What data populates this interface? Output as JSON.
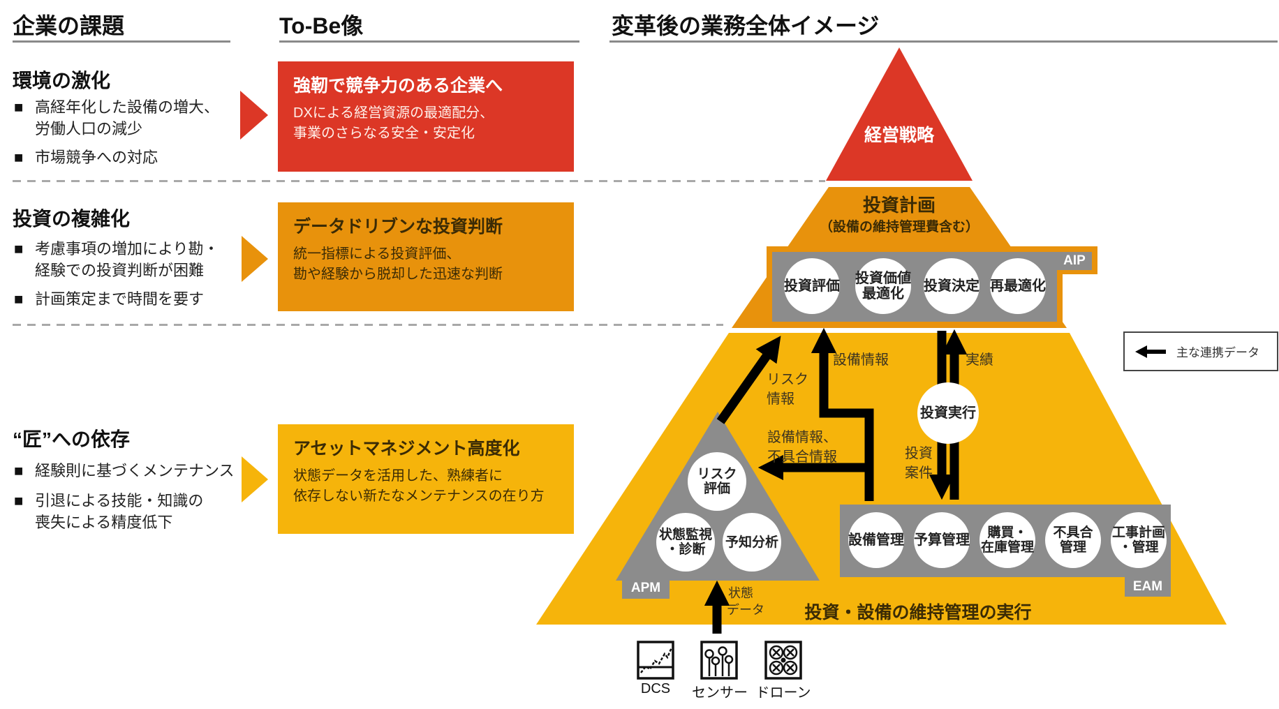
{
  "colors": {
    "red": "#dc3726",
    "orange": "#e8920c",
    "yellow": "#f6b40b",
    "gray": "#8c8c8c"
  },
  "headers": {
    "challenges": "企業の課題",
    "tobe": "To-Be像",
    "diagram": "変革後の業務全体イメージ"
  },
  "challenges": {
    "sections": [
      {
        "heading": "環境の激化",
        "bullets": [
          [
            "高経年化した設備の増大、",
            "労働人口の減少"
          ],
          [
            "市場競争への対応"
          ]
        ]
      },
      {
        "heading": "投資の複雑化",
        "bullets": [
          [
            "考慮事項の増加により勘・",
            "経験での投資判断が困難"
          ],
          [
            "計画策定まで時間を要す"
          ]
        ]
      },
      {
        "heading": "“匠”への依存",
        "bullets": [
          [
            "経験則に基づくメンテナンス"
          ],
          [
            "引退による技能・知識の",
            "喪失による精度低下"
          ]
        ]
      }
    ]
  },
  "tobe": {
    "boxes": [
      {
        "title": "強靭で競争力のある企業へ",
        "body": [
          "DXによる経営資源の最適配分、",
          "事業のさらなる安全・安定化"
        ]
      },
      {
        "title": "データドリブンな投資判断",
        "body": [
          "統一指標による投資評価、",
          "勘や経験から脱却した迅速な判断"
        ]
      },
      {
        "title": "アセットマネジメント高度化",
        "body": [
          "状態データを活用した、熟練者に",
          "依存しない新たなメンテナンスの在り方"
        ]
      }
    ]
  },
  "diagram": {
    "strategy": "経営戦略",
    "plan": {
      "title": "投資計画",
      "subtitle": "（設備の維持管理費含む）"
    },
    "execution_caption": "投資・設備の維持管理の実行",
    "aip": {
      "label": "AIP",
      "circles": [
        [
          "投資評価"
        ],
        [
          "投資価値",
          "最適化"
        ],
        [
          "投資決定"
        ],
        [
          "再最適化"
        ]
      ]
    },
    "apm": {
      "label": "APM",
      "circles": [
        [
          "リスク",
          "評価"
        ],
        [
          "状態監視",
          "・診断"
        ],
        [
          "予知分析"
        ]
      ]
    },
    "eam": {
      "label": "EAM",
      "circles": [
        [
          "設備管理"
        ],
        [
          "予算管理"
        ],
        [
          "購買・",
          "在庫管理"
        ],
        [
          "不具合",
          "管理"
        ],
        [
          "工事計画",
          "・管理"
        ]
      ]
    },
    "flows": {
      "risk_info": [
        "リスク",
        "情報"
      ],
      "equipment_info": "設備情報",
      "results": "実績",
      "investment_execution": "投資実行",
      "investment_case": [
        "投資",
        "案件"
      ],
      "equipment_defect_info": [
        "設備情報、",
        "不具合情報"
      ],
      "status_data": [
        "状態",
        "データ"
      ]
    },
    "legend": "主な連携データ",
    "sources": [
      "DCS",
      "センサー",
      "ドローン"
    ]
  }
}
